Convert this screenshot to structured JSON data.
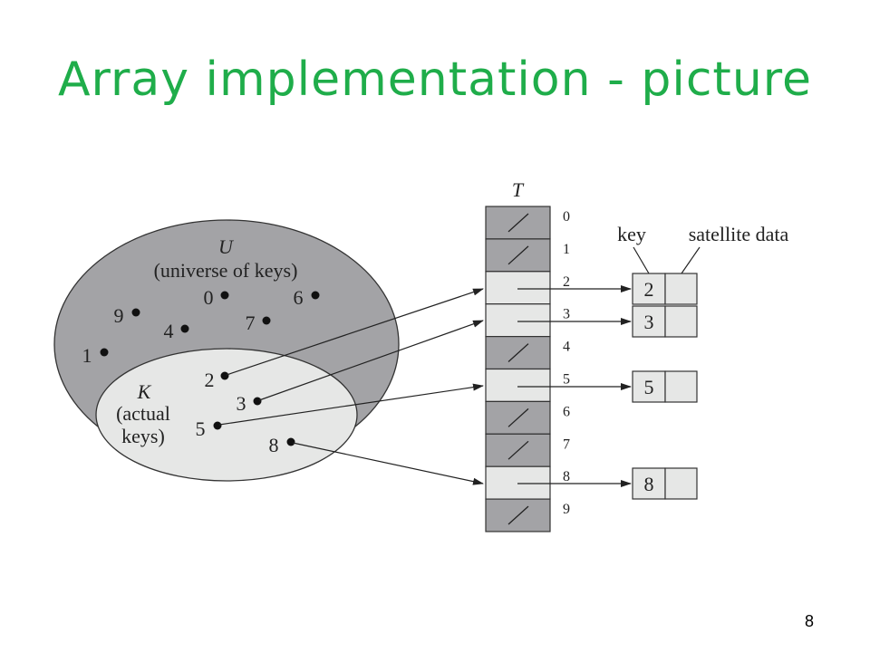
{
  "slide": {
    "title": "Array implementation - picture",
    "page_number": "8"
  },
  "diagram": {
    "universe_label": "U",
    "universe_caption": "(universe of keys)",
    "actual_label": "K",
    "actual_caption_line1": "(actual",
    "actual_caption_line2": "keys)",
    "table_label": "T",
    "key_header": "key",
    "satellite_header": "satellite data",
    "universe_only_keys": [
      "0",
      "6",
      "9",
      "4",
      "7",
      "1"
    ],
    "actual_keys": [
      "2",
      "3",
      "5",
      "8"
    ],
    "slot_indices": [
      "0",
      "1",
      "2",
      "3",
      "4",
      "5",
      "6",
      "7",
      "8",
      "9"
    ],
    "slot_filled": [
      false,
      false,
      true,
      true,
      false,
      true,
      false,
      false,
      true,
      false
    ],
    "records": [
      "2",
      "3",
      "5",
      "8"
    ]
  },
  "colors": {
    "title": "#1fad4a",
    "universe_fill": "#a3a3a6",
    "actual_fill": "#e6e7e6",
    "empty_slot": "#a3a3a6",
    "filled_slot": "#e6e7e6"
  }
}
